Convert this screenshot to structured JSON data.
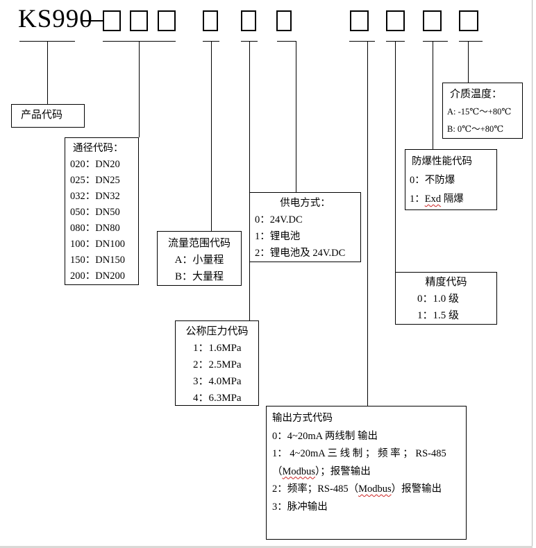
{
  "page": {
    "model": "KS990"
  },
  "boxes": {
    "product": {
      "title": "产品代码"
    },
    "diameter": {
      "title": "通径代码：",
      "items": [
        "020：DN20",
        "025：DN25",
        "032：DN32",
        "050：DN50",
        "080：DN80",
        "100：DN100",
        "150：DN150",
        "200：DN200"
      ]
    },
    "flow_range": {
      "title": "流量范围代码",
      "items": [
        "A：小量程",
        "B：大量程"
      ]
    },
    "power": {
      "title": "供电方式：",
      "items": [
        "0：24V.DC",
        "1：锂电池",
        "2：锂电池及 24V.DC"
      ]
    },
    "pressure": {
      "title": "公称压力代码",
      "items": [
        "1：1.6MPa",
        "2：2.5MPa",
        "3：4.0MPa",
        "4：6.3MPa"
      ]
    },
    "output": {
      "title": "输出方式代码",
      "line0": "0：4~20mA 两线制  输出",
      "line1a": "1： 4~20mA 三 线 制  ； 频 率 ； RS-485",
      "line1b_open": "（",
      "line1b_modbus": "Modbus",
      "line1b_rest": "）；报警输出",
      "line2_pre": "2：频率；RS-485（",
      "line2_modbus": "Modbus",
      "line2_rest": "）报警输出",
      "line3": "3：脉冲输出"
    },
    "accuracy": {
      "title": "精度代码",
      "items": [
        "0：1.0 级",
        "1：1.5 级"
      ]
    },
    "explosion": {
      "title": "防爆性能代码",
      "item0": "0：不防爆",
      "item1_pre": "1：",
      "item1_exd": "Exd",
      "item1_rest": " 隔爆"
    },
    "medium": {
      "title": "介质温度：",
      "items": [
        "A: -15℃～+80℃",
        "B: 0℃～+80℃"
      ]
    }
  },
  "colors": {
    "line": "#000000",
    "spellcheck_underline": "#cc2222",
    "page_edge": "#b9b9b9"
  }
}
